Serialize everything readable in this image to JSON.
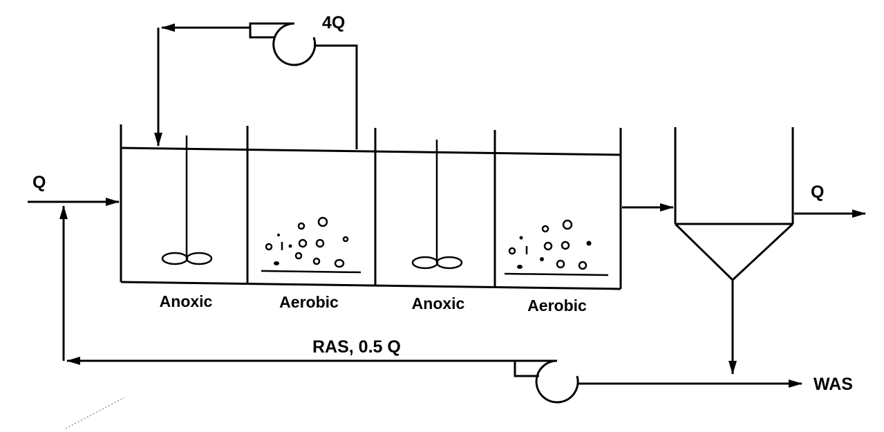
{
  "labels": {
    "influent_flow": "Q",
    "effluent_flow": "Q",
    "recycle_flow": "4Q",
    "ras_flow": "RAS, 0.5 Q",
    "was": "WAS"
  },
  "zones": [
    {
      "label": "Anoxic",
      "type": "anoxic"
    },
    {
      "label": "Aerobic",
      "type": "aerobic"
    },
    {
      "label": "Anoxic",
      "type": "anoxic"
    },
    {
      "label": "Aerobic",
      "type": "aerobic"
    }
  ],
  "colors": {
    "ink": "#000000",
    "background": "#ffffff"
  }
}
